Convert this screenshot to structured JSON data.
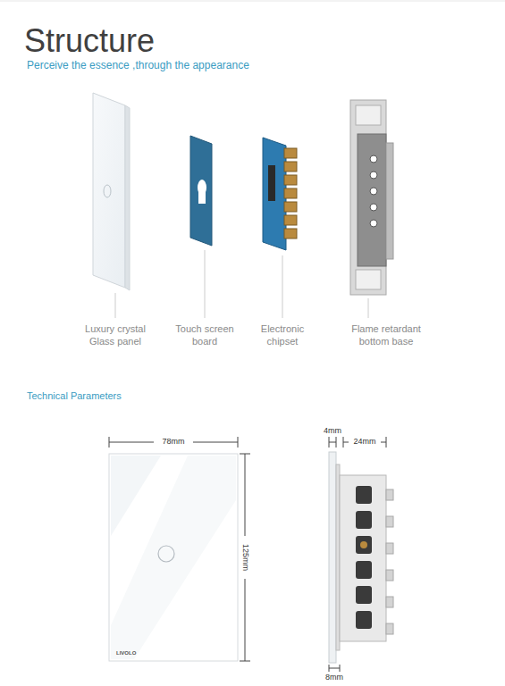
{
  "diagram": {
    "title": "Structure",
    "labels": [
      "Perceive the essence ,through the appearance",
      "Luxury crystal Glass panel",
      "Touch screen board",
      "Electronic chipset",
      "Flame retardant bottom base",
      "Technical Parameters",
      "78mm",
      "125mm",
      "LIVOLO",
      "4mm",
      "24mm",
      "8mm"
    ]
  }
}
